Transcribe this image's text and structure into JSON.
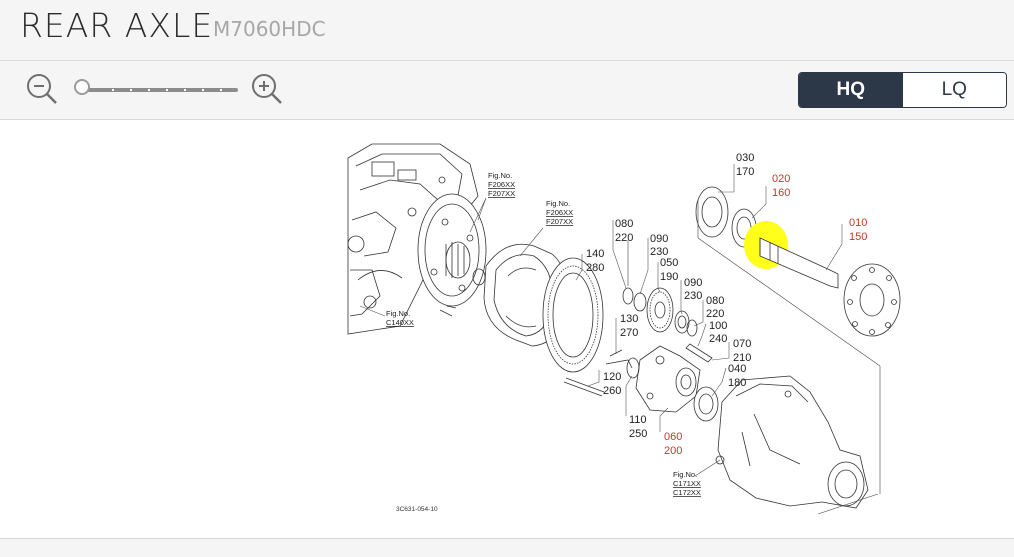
{
  "header": {
    "title": "REAR AXLE",
    "model": "M7060HDC"
  },
  "toolbar": {
    "zoom_out_icon": "zoom-out-icon",
    "zoom_in_icon": "zoom-in-icon",
    "zoom_level": 0,
    "quality": {
      "options": [
        "HQ",
        "LQ"
      ],
      "selected": "HQ",
      "active_color": "#2c3748"
    }
  },
  "diagram": {
    "drawing_number": "3C631-054-10",
    "highlight_color": "#ffff1a",
    "selected_part_color": "#c0392b",
    "fig_refs": {
      "a": [
        "Fig.No.",
        "F206XX",
        "F207XX"
      ],
      "b": [
        "Fig.No.",
        "F206XX",
        "F207XX"
      ],
      "c": [
        "Fig.No.",
        "C140XX"
      ],
      "d": [
        "Fig.No.",
        "C171XX",
        "C172XX"
      ]
    },
    "callouts": {
      "p030": "030",
      "p170": "170",
      "p020": "020",
      "p160": "160",
      "p010": "010",
      "p150": "150",
      "p080a": "080",
      "p220a": "220",
      "p090a": "090",
      "p230a": "230",
      "p140": "140",
      "p280": "280",
      "p050": "050",
      "p190": "190",
      "p090b": "090",
      "p230b": "230",
      "p080b": "080",
      "p220b": "220",
      "p100": "100",
      "p240": "240",
      "p130": "130",
      "p270": "270",
      "p070": "070",
      "p210": "210",
      "p040": "040",
      "p180": "180",
      "p120": "120",
      "p260": "260",
      "p110": "110",
      "p250": "250",
      "p060": "060",
      "p200": "200"
    }
  }
}
